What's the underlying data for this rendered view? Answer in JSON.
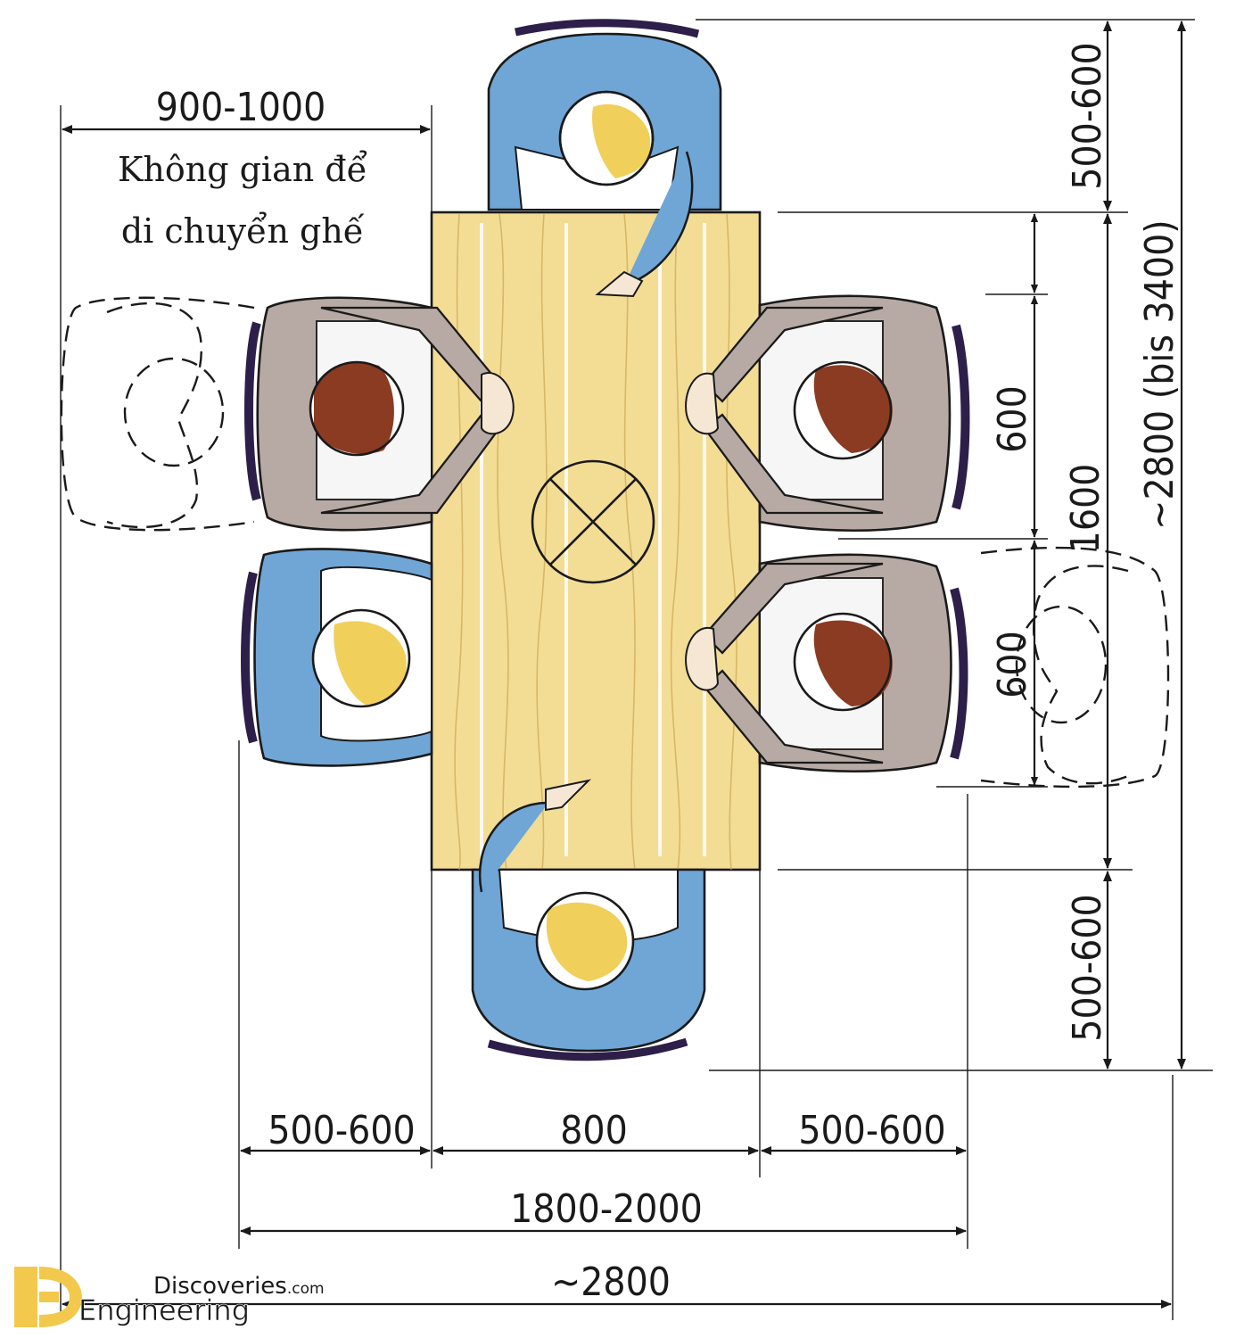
{
  "note": {
    "width_label": "900-1000",
    "line1": "Không gian để",
    "line2": "di chuyển ghế"
  },
  "dimensions": {
    "bottom_left_clearance": "500-600",
    "table_width": "800",
    "bottom_right_clearance": "500-600",
    "seating_width": "1800-2000",
    "room_width": "~2800",
    "right_top_clearance": "500-600",
    "right_bottom_clearance": "500-600",
    "seat_spacing_upper": "600",
    "seat_spacing_lower": "600",
    "table_length": "1600",
    "room_length": "~2800 (bis 3400)"
  },
  "watermark": {
    "line1": "Discoveries",
    "suffix": ".com",
    "line2": "Engineering"
  },
  "colors": {
    "table": "#f3dd95",
    "blue_chair": "#6fa6d6",
    "grey_chair": "#b7aaa4",
    "brown_hair": "#8a3b22",
    "blond_hair": "#f0cf5a",
    "logo": "#f2c94c"
  }
}
